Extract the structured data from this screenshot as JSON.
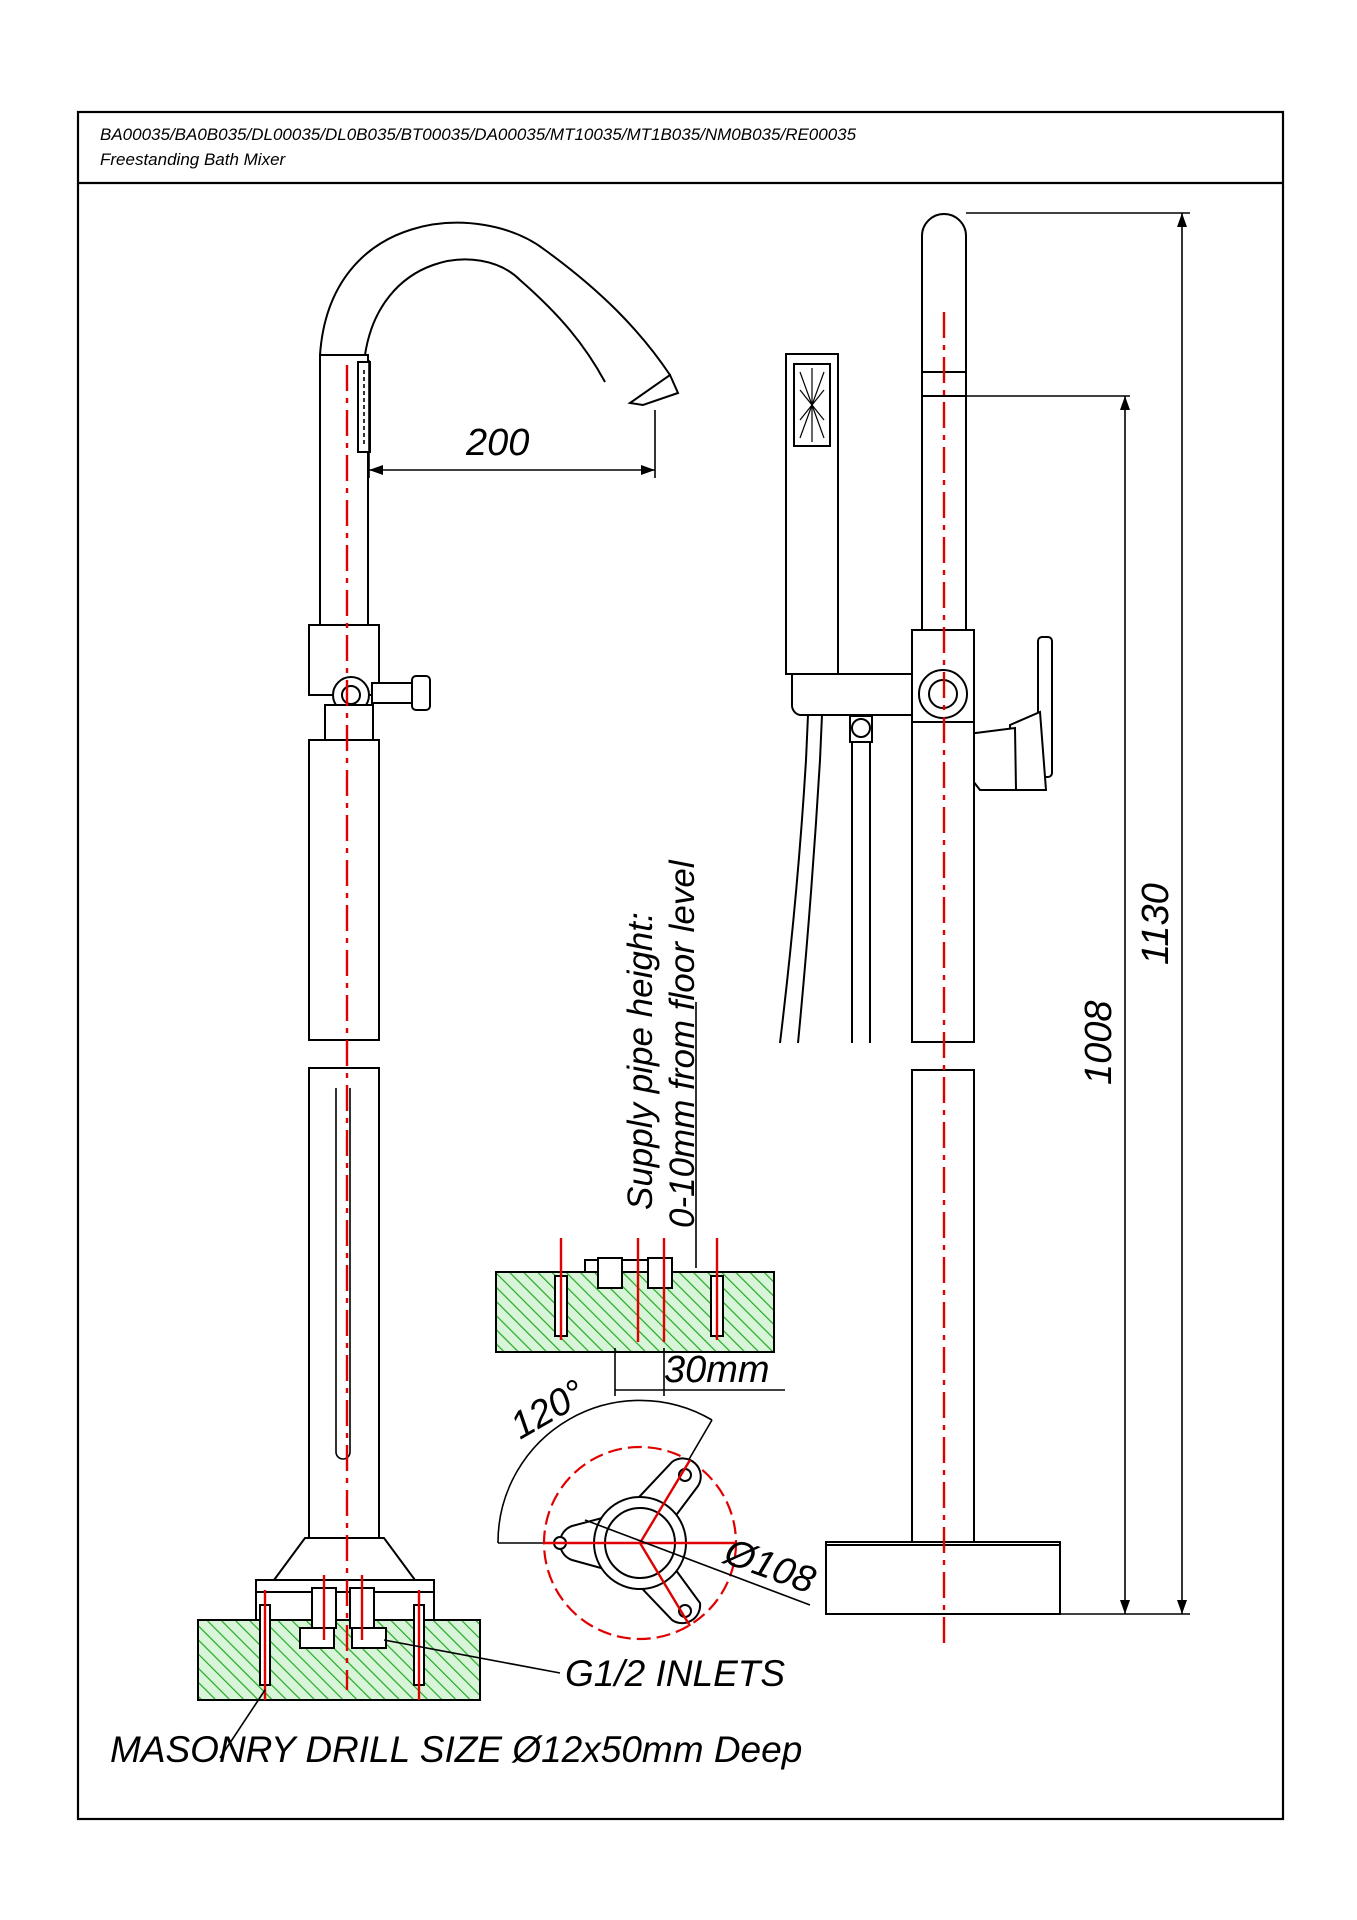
{
  "header": {
    "codes": "BA00035/BA0B035/DL00035/DL0B035/BT00035/DA00035/MT10035/MT1B035/NM0B035/RE00035",
    "product": "Freestanding Bath Mixer"
  },
  "dimensions": {
    "spout_reach": "200",
    "overall_height": "1130",
    "outlet_height": "1008",
    "inlet_spacing": "30mm",
    "bracket_angle": "120°",
    "base_diameter": "Ø108"
  },
  "notes": {
    "supply_line1": "Supply pipe height:",
    "supply_line2": "0-10mm from floor level",
    "inlets": "G1/2 INLETS",
    "drill": "MASONRY DRILL SIZE Ø12x50mm Deep"
  },
  "colors": {
    "centerline": "#e00000",
    "masonry_hatch": "#22aa22",
    "masonry_fill": "#d9f5d9"
  }
}
